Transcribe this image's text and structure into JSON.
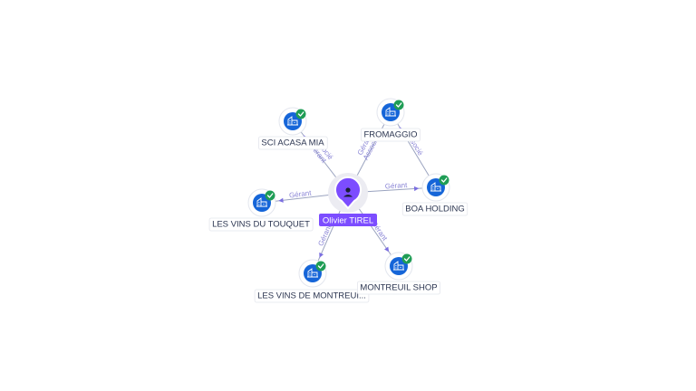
{
  "center": {
    "name": "Olivier TIREL",
    "icon": "person-icon"
  },
  "companies": [
    {
      "id": "sci-acasa-mia",
      "name": "SCI ACASA MIA",
      "roles": [
        "Gérant",
        "Associé"
      ],
      "verified": true,
      "icon": "building-icon"
    },
    {
      "id": "fromaggio",
      "name": "FROMAGGIO",
      "roles": [
        "Gérant",
        "Associé"
      ],
      "verified": true,
      "icon": "building-icon"
    },
    {
      "id": "les-vins-du-touquet",
      "name": "LES VINS DU TOUQUET",
      "roles": [
        "Gérant"
      ],
      "verified": true,
      "icon": "building-icon"
    },
    {
      "id": "boa-holding",
      "name": "BOA HOLDING",
      "roles": [
        "Gérant"
      ],
      "verified": true,
      "icon": "building-icon"
    },
    {
      "id": "les-vins-de-montreuil",
      "name": "LES VINS DE MONTREUI...",
      "roles": [
        "Gérant"
      ],
      "verified": true,
      "icon": "building-icon"
    },
    {
      "id": "montreuil-shop",
      "name": "MONTREUIL SHOP",
      "roles": [
        "Gérant"
      ],
      "verified": true,
      "icon": "building-icon"
    }
  ],
  "links": [
    {
      "from": "boa-holding",
      "to": "fromaggio",
      "roles": [
        "Associé"
      ]
    }
  ],
  "colors": {
    "person": "#7c4dff",
    "company": "#1565d8",
    "verified": "#1f9d55",
    "edge": "#9aa3bf",
    "edge_label": "#8a85d6"
  }
}
